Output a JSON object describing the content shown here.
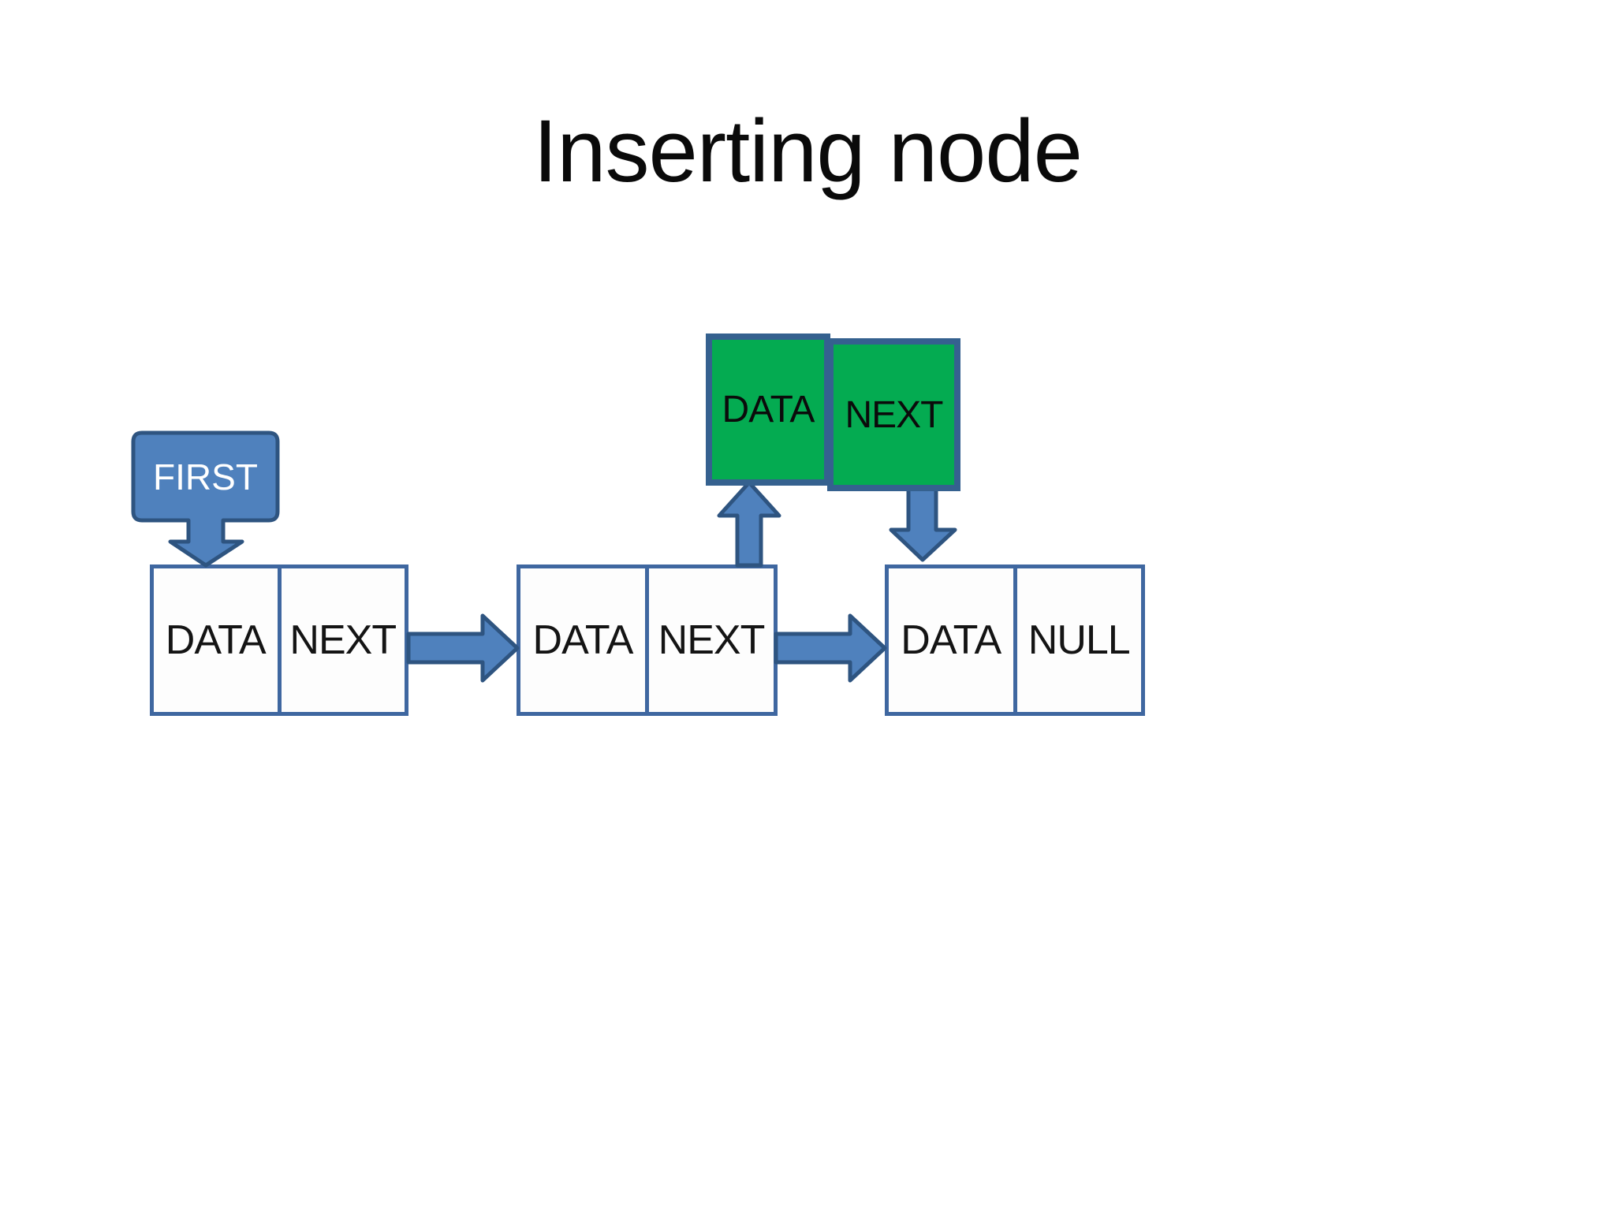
{
  "slide": {
    "title": "Inserting node",
    "background": "#ffffff"
  },
  "colors": {
    "arrow_fill": "#4f81bd",
    "arrow_outline": "#2e5480",
    "node_border": "#3f67a0",
    "node_fill": "#fdfdfd",
    "new_node_fill": "#04ab51",
    "new_node_border": "#35618f",
    "label_text": "#141414",
    "pointer_text": "#ffffff"
  },
  "pointer": {
    "label": "FIRST"
  },
  "new_node": {
    "data_label": "DATA",
    "next_label": "NEXT"
  },
  "nodes": [
    {
      "data_label": "DATA",
      "next_label": "NEXT"
    },
    {
      "data_label": "DATA",
      "next_label": "NEXT"
    },
    {
      "data_label": "DATA",
      "next_label": "NULL"
    }
  ],
  "arrows": [
    {
      "name": "first-pointer-down-arrow",
      "from": "FIRST label",
      "to": "node 1"
    },
    {
      "name": "link-arrow-node1-node2",
      "from": "node 1 NEXT",
      "to": "node 2"
    },
    {
      "name": "link-arrow-node2-node3",
      "from": "node 2 NEXT",
      "to": "node 3"
    },
    {
      "name": "up-arrow-node2-newnode",
      "from": "node 2 NEXT",
      "to": "new node DATA"
    },
    {
      "name": "down-arrow-newnode-node3",
      "from": "new node NEXT",
      "to": "node 3 DATA"
    }
  ]
}
